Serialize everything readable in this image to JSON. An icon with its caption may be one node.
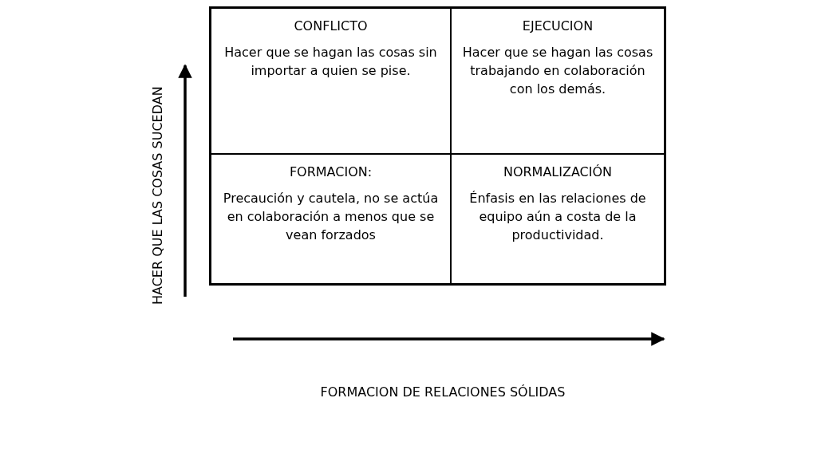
{
  "diagram": {
    "nodes": [
      {
        "text": [
          "CONFLICTO",
          "Hacer que se hagan las cosas sin importar a quien se pise."
        ]
      },
      {
        "text": [
          "EJECUCION",
          "Hacer que se hagan las cosas trabajando en colaboración con los demás."
        ]
      },
      {
        "text": [
          "FORMACION:",
          "Precaución y cautela, no se actúa en colaboración a menos que se vean forzados"
        ]
      },
      {
        "text": [
          "NORMALIZACIÓN",
          "Énfasis en las relaciones de equipo aún a costa de la productividad."
        ]
      }
    ],
    "labels": [
      "HACER QUE LAS COSAS SUCEDAN",
      "FORMACION DE RELACIONES SÓLIDAS"
    ]
  }
}
